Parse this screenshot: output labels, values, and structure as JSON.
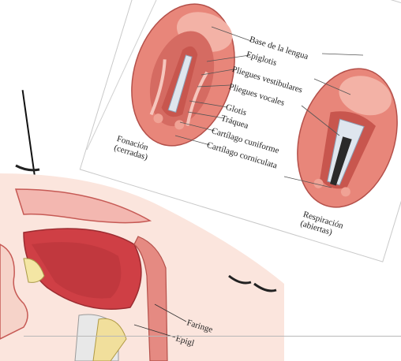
{
  "larynx": {
    "labels": [
      "Base de la lengua",
      "Epiglotis",
      "Pliegues vestibulares",
      "Pliegues vocales",
      "Glotis",
      "Tráquea",
      "Cartílago cuniforme",
      "Cartílago corniculata"
    ],
    "caption_left": [
      "Fonación",
      "(cerradas)"
    ],
    "caption_right": [
      "Respiración",
      "(abiertas)"
    ]
  },
  "head": {
    "labels": [
      "Faringe",
      "Epigl"
    ]
  },
  "colors": {
    "tissue": "#e8867a",
    "tissue_dark": "#c8564e",
    "tongue": "#cf3f45",
    "cord": "#dfe6ee",
    "nasal": "#f3b7b0"
  }
}
